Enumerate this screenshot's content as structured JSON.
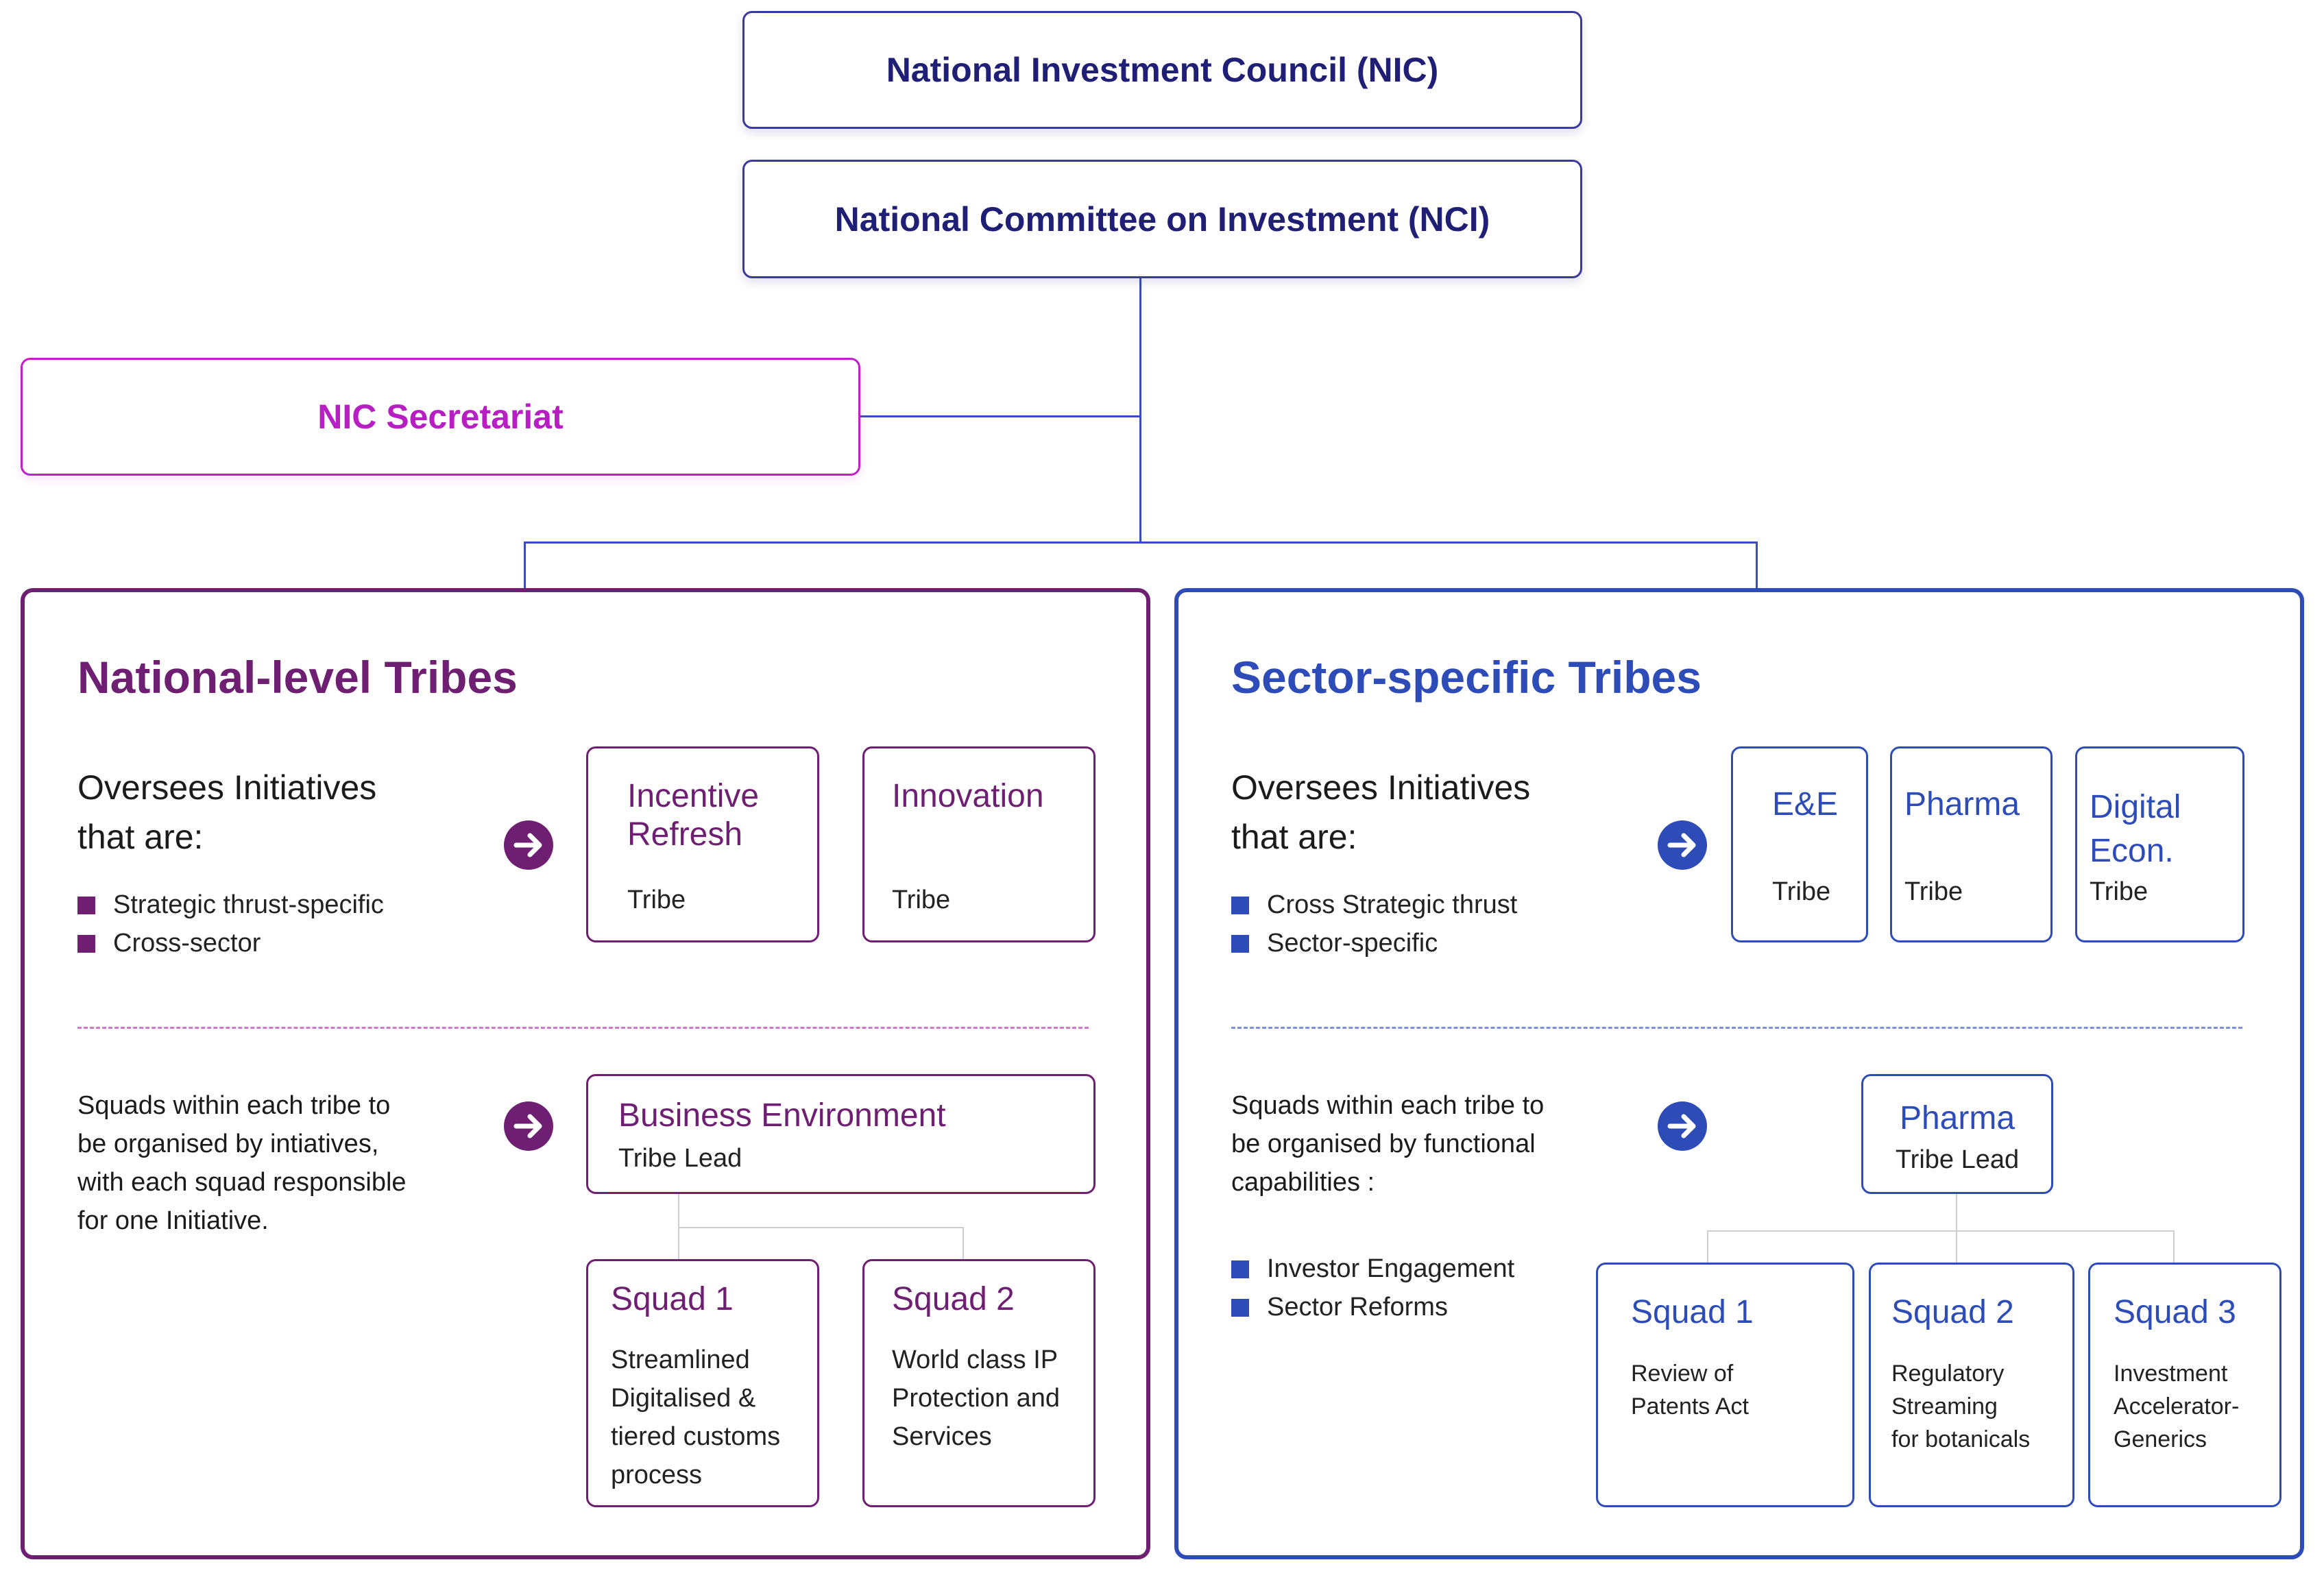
{
  "colors": {
    "navy": "#1f1f75",
    "magenta": "#b81fc3",
    "purple": "#6e1f72",
    "blue": "#2e4cb8",
    "connector": "#3a4dbf"
  },
  "top": {
    "nic": "National Investment Council (NIC)",
    "nci": "National Committee on Investment (NCI)",
    "secretariat": "NIC Secretariat"
  },
  "national": {
    "title": "National-level Tribes",
    "oversees": [
      "Oversees Initiatives",
      "that are:"
    ],
    "bullets": [
      "Strategic thrust-specific",
      "Cross-sector"
    ],
    "tribes": [
      {
        "title": [
          "Incentive",
          "Refresh"
        ],
        "sub": "Tribe"
      },
      {
        "title": [
          "Innovation"
        ],
        "sub": "Tribe"
      }
    ],
    "squads_desc": [
      "Squads within each tribe to",
      "be organised by intiatives,",
      "with each squad responsible",
      "for one Initiative."
    ],
    "lead": {
      "title": "Business Environment",
      "sub": "Tribe Lead"
    },
    "squads": [
      {
        "title": "Squad 1",
        "lines": [
          "Streamlined",
          "Digitalised &",
          "tiered customs",
          "process"
        ]
      },
      {
        "title": "Squad 2",
        "lines": [
          "World class IP",
          "Protection and",
          "Services"
        ]
      }
    ]
  },
  "sector": {
    "title": "Sector-specific Tribes",
    "oversees": [
      "Oversees Initiatives",
      "that are:"
    ],
    "bullets": [
      "Cross Strategic thrust",
      "Sector-specific"
    ],
    "tribes": [
      {
        "title": [
          "E&E"
        ],
        "sub": "Tribe"
      },
      {
        "title": [
          "Pharma"
        ],
        "sub": "Tribe"
      },
      {
        "title": [
          "Digital",
          "Econ."
        ],
        "sub": "Tribe"
      }
    ],
    "squads_desc": [
      "Squads within each tribe to",
      "be organised by functional",
      "capabilities :"
    ],
    "capabilities": [
      "Investor Engagement",
      "Sector Reforms"
    ],
    "lead": {
      "title": "Pharma",
      "sub": "Tribe Lead"
    },
    "squads": [
      {
        "title": "Squad 1",
        "lines": [
          "Review of",
          "Patents Act"
        ]
      },
      {
        "title": "Squad 2",
        "lines": [
          "Regulatory",
          "Streaming",
          "for botanicals"
        ]
      },
      {
        "title": "Squad 3",
        "lines": [
          "Investment",
          "Accelerator-",
          "Generics"
        ]
      }
    ]
  }
}
